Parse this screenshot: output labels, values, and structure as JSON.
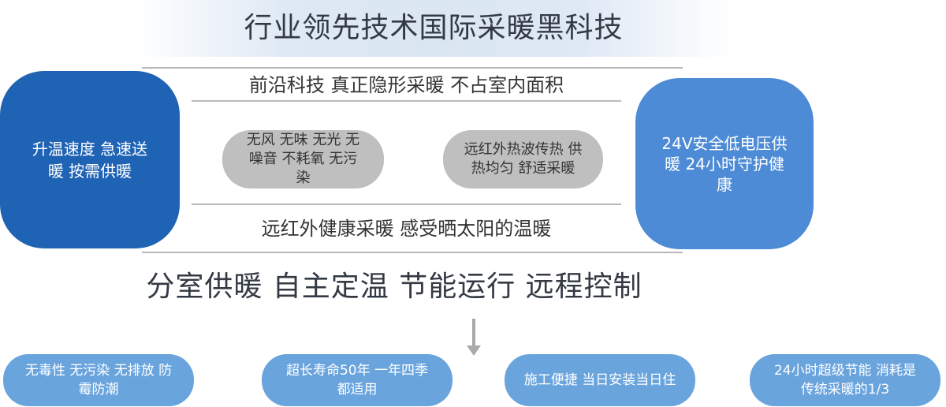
{
  "title": "行业领先技术国际采暖黑科技",
  "row_top": "前沿科技 真正隐形采暖 不占室内面积",
  "row_bottom": "远红外健康采暖 感受晒太阳的温暖",
  "left_circle": "升温速度 急速送暖 按需供暖",
  "right_circle": "24V安全低电压供暖 24小时守护健康",
  "gray_pills": [
    "无风 无味 无光 无噪音 不耗氧 无污染",
    "远红外热波传热 供热均匀 舒适采暖"
  ],
  "slogan": "分室供暖 自主定温 节能运行 远程控制",
  "feature_pills": [
    "无毒性 无污染 无排放 防霉防潮",
    "超长寿命50年 一年四季都适用",
    "施工便捷 当日安装当日住",
    "24小时超级节能 消耗是传统采暖的1/3"
  ],
  "colors": {
    "left_circle": "#1f63b4",
    "right_circle": "#4d8bd6",
    "gray_pill": "#bfbfbf",
    "feature_pill": "#6aa4dd"
  },
  "icons": {
    "arrow": "arrow-down-icon"
  }
}
